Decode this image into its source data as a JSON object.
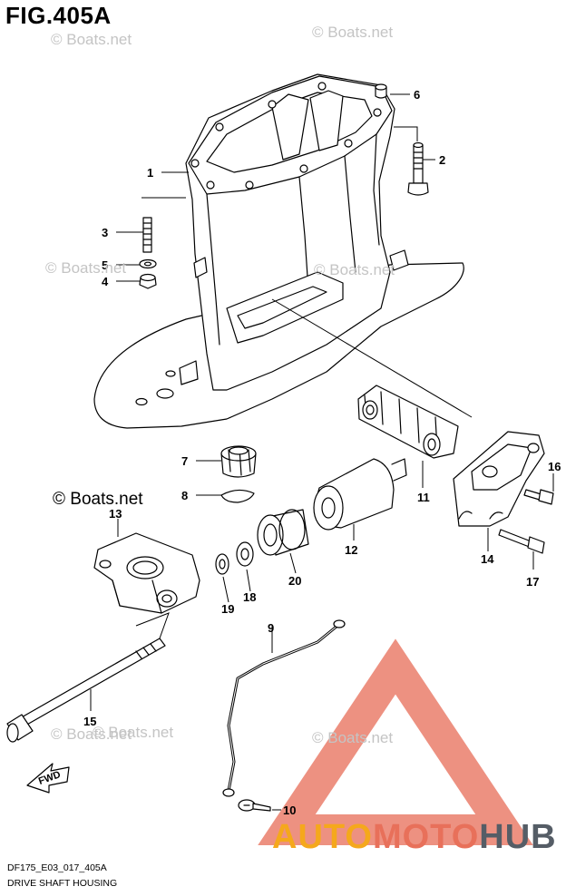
{
  "figure": {
    "title": "FIG.405A",
    "code": "DF175_E03_017_405A",
    "caption": "DRIVE SHAFT HOUSING"
  },
  "watermarks": [
    "© Boats.net",
    "© Boats.net",
    "© Boats.net",
    "© Boats.net",
    "© Boats.net",
    "© Boats.net",
    "© Boats.net",
    "© Boats.net"
  ],
  "brand": {
    "part1": "AUTO",
    "part2": "MOTO",
    "part3": "HUB"
  },
  "fwd_label": "FWD",
  "callouts": [
    {
      "n": "1"
    },
    {
      "n": "2"
    },
    {
      "n": "3"
    },
    {
      "n": "4"
    },
    {
      "n": "5"
    },
    {
      "n": "6"
    },
    {
      "n": "7"
    },
    {
      "n": "8"
    },
    {
      "n": "9"
    },
    {
      "n": "10"
    },
    {
      "n": "11"
    },
    {
      "n": "12"
    },
    {
      "n": "13"
    },
    {
      "n": "14"
    },
    {
      "n": "15"
    },
    {
      "n": "16"
    },
    {
      "n": "17"
    },
    {
      "n": "18"
    },
    {
      "n": "19"
    },
    {
      "n": "20"
    }
  ],
  "colors": {
    "line": "#000000",
    "watermark": "#c4c4c4",
    "logo_triangle": "#e8705a",
    "brand_auto": "#f5a81c",
    "brand_moto": "#e8705a",
    "brand_hub": "#555d66"
  }
}
